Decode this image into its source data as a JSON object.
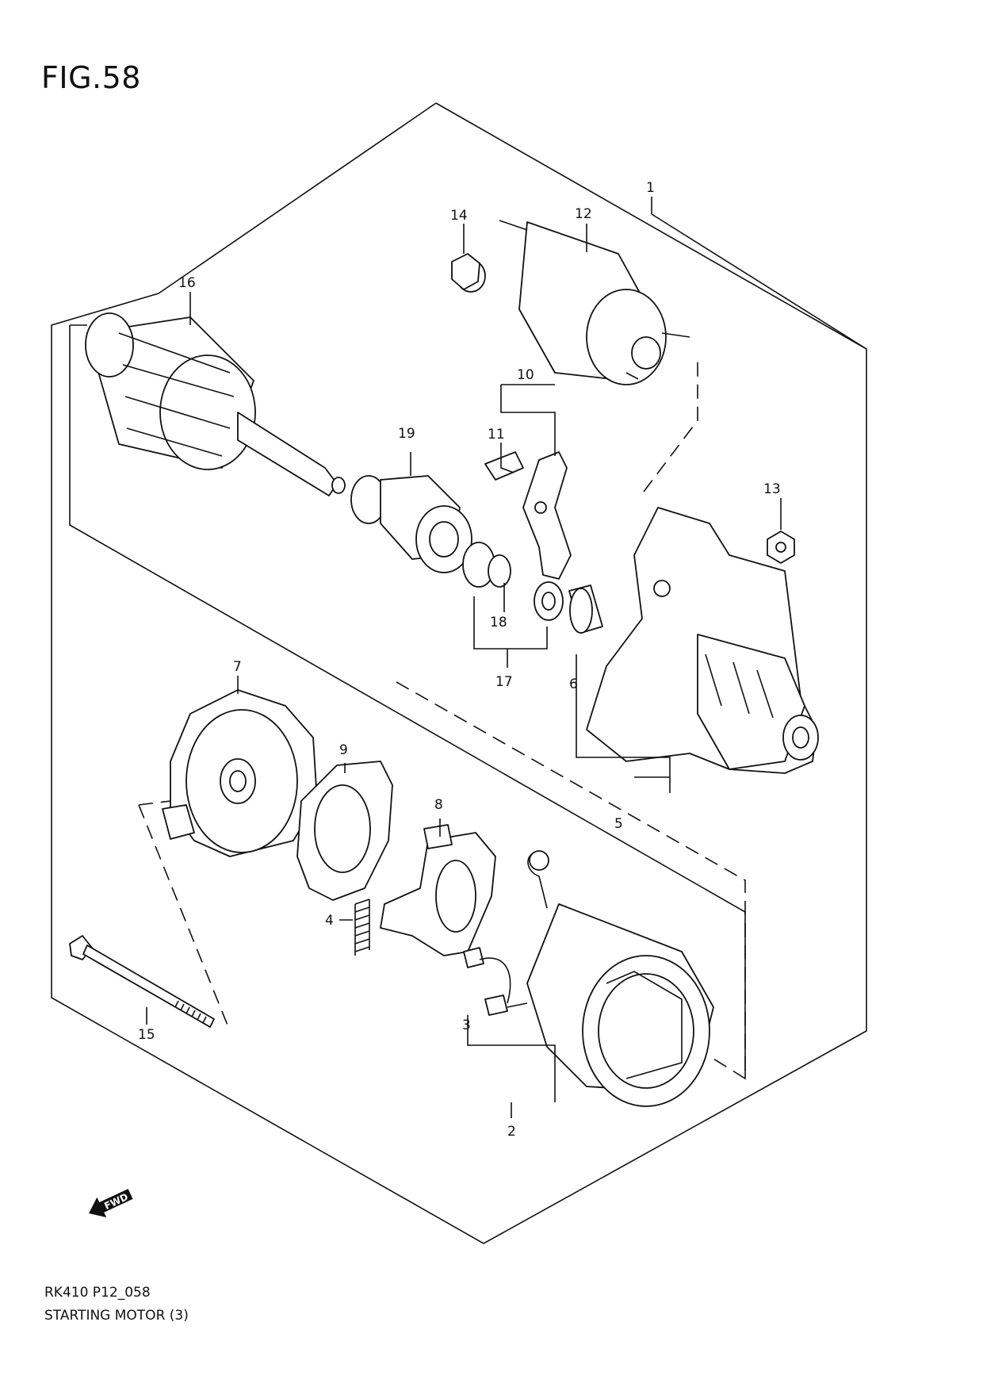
{
  "figure_title": "FIG.58",
  "diagram_code": "RK410 P12_058",
  "diagram_name": "STARTING MOTOR (3)",
  "fwd_arrow": {
    "icon": "fwd-arrow-icon",
    "text": "FWD"
  },
  "callouts": [
    {
      "id": "c1",
      "text": "1"
    },
    {
      "id": "c2",
      "text": "2"
    },
    {
      "id": "c3",
      "text": "3"
    },
    {
      "id": "c4",
      "text": "4"
    },
    {
      "id": "c5",
      "text": "5"
    },
    {
      "id": "c6",
      "text": "6"
    },
    {
      "id": "c7",
      "text": "7"
    },
    {
      "id": "c8",
      "text": "8"
    },
    {
      "id": "c9",
      "text": "9"
    },
    {
      "id": "c10",
      "text": "10"
    },
    {
      "id": "c11",
      "text": "11"
    },
    {
      "id": "c12",
      "text": "12"
    },
    {
      "id": "c13",
      "text": "13"
    },
    {
      "id": "c14",
      "text": "14"
    },
    {
      "id": "c15",
      "text": "15"
    },
    {
      "id": "c16",
      "text": "16"
    },
    {
      "id": "c17",
      "text": "17"
    },
    {
      "id": "c18",
      "text": "18"
    },
    {
      "id": "c19",
      "text": "19"
    }
  ],
  "colors": {
    "line": "#111111",
    "background": "#ffffff"
  }
}
